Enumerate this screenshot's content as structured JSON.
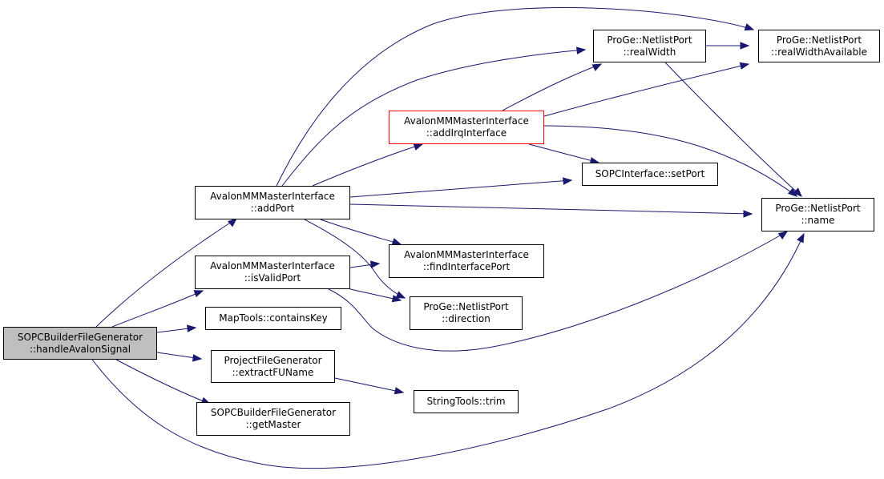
{
  "nodes": {
    "handle": {
      "line1": "SOPCBuilderFileGenerator",
      "line2": "::handleAvalonSignal"
    },
    "addPort": {
      "line1": "AvalonMMMasterInterface",
      "line2": "::addPort"
    },
    "isValidPort": {
      "line1": "AvalonMMMasterInterface",
      "line2": "::isValidPort"
    },
    "containsKey": {
      "line1": "MapTools::containsKey"
    },
    "extractFU": {
      "line1": "ProjectFileGenerator",
      "line2": "::extractFUName"
    },
    "getMaster": {
      "line1": "SOPCBuilderFileGenerator",
      "line2": "::getMaster"
    },
    "addIrq": {
      "line1": "AvalonMMMasterInterface",
      "line2": "::addIrqInterface"
    },
    "findIfacePort": {
      "line1": "AvalonMMMasterInterface",
      "line2": "::findInterfacePort"
    },
    "direction": {
      "line1": "ProGe::NetlistPort",
      "line2": "::direction"
    },
    "trim": {
      "line1": "StringTools::trim"
    },
    "realWidth": {
      "line1": "ProGe::NetlistPort",
      "line2": "::realWidth"
    },
    "setPort": {
      "line1": "SOPCInterface::setPort"
    },
    "rwAvail": {
      "line1": "ProGe::NetlistPort",
      "line2": "::realWidthAvailable"
    },
    "name": {
      "line1": "ProGe::NetlistPort",
      "line2": "::name"
    }
  },
  "colors": {
    "edge": "#191970",
    "root_fill": "#bfbfbf",
    "highlight_border": "#ff0000"
  }
}
